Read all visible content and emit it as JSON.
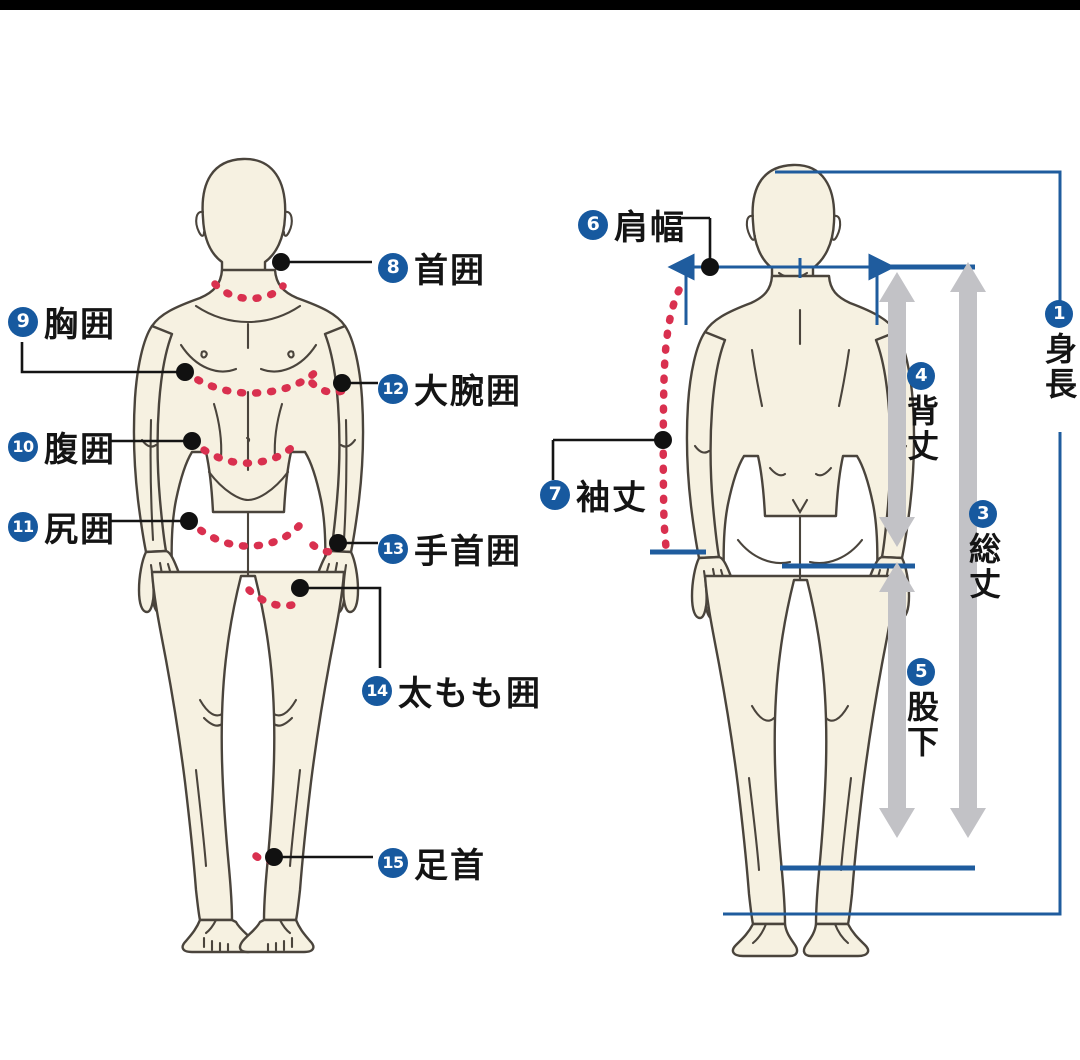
{
  "diagram": {
    "title_present": false,
    "type": "body-measurement-guide",
    "language": "ja",
    "figures": [
      {
        "name": "front-body-figure",
        "view": "front"
      },
      {
        "name": "back-body-figure",
        "view": "back"
      }
    ],
    "colors": {
      "badge_blue": "#17599f",
      "dimension_blue": "#1f5c9e",
      "gray_arrow": "#c2c2c6",
      "dotted_tape_red": "#d9304f",
      "body_fill": "#f6f1e1",
      "body_outline": "#4a443c",
      "leader_line": "#1a1a1a",
      "top_bar": "#000000"
    }
  },
  "labels": {
    "height": {
      "num": "①",
      "number": "1",
      "text": "身長"
    },
    "total_length": {
      "num": "③",
      "number": "3",
      "text": "総丈"
    },
    "back_length": {
      "num": "④",
      "number": "4",
      "text": "背丈"
    },
    "inseam": {
      "num": "⑤",
      "number": "5",
      "text": "股下"
    },
    "shoulder_width": {
      "num": "⑥",
      "number": "6",
      "text": "肩幅"
    },
    "sleeve_length": {
      "num": "⑦",
      "number": "7",
      "text": "袖丈"
    },
    "neck": {
      "num": "⑧",
      "number": "8",
      "text": "首囲"
    },
    "chest": {
      "num": "⑨",
      "number": "9",
      "text": "胸囲"
    },
    "waist": {
      "num": "⑩",
      "number": "10",
      "text": "腹囲"
    },
    "hip": {
      "num": "⑪",
      "number": "11",
      "text": "尻囲"
    },
    "upper_arm": {
      "num": "⑫",
      "number": "12",
      "text": "大腕囲"
    },
    "wrist": {
      "num": "⑬",
      "number": "13",
      "text": "手首囲"
    },
    "thigh": {
      "num": "⑭",
      "number": "14",
      "text": "太もも囲"
    },
    "ankle": {
      "num": "⑮",
      "number": "15",
      "text": "足首"
    }
  }
}
